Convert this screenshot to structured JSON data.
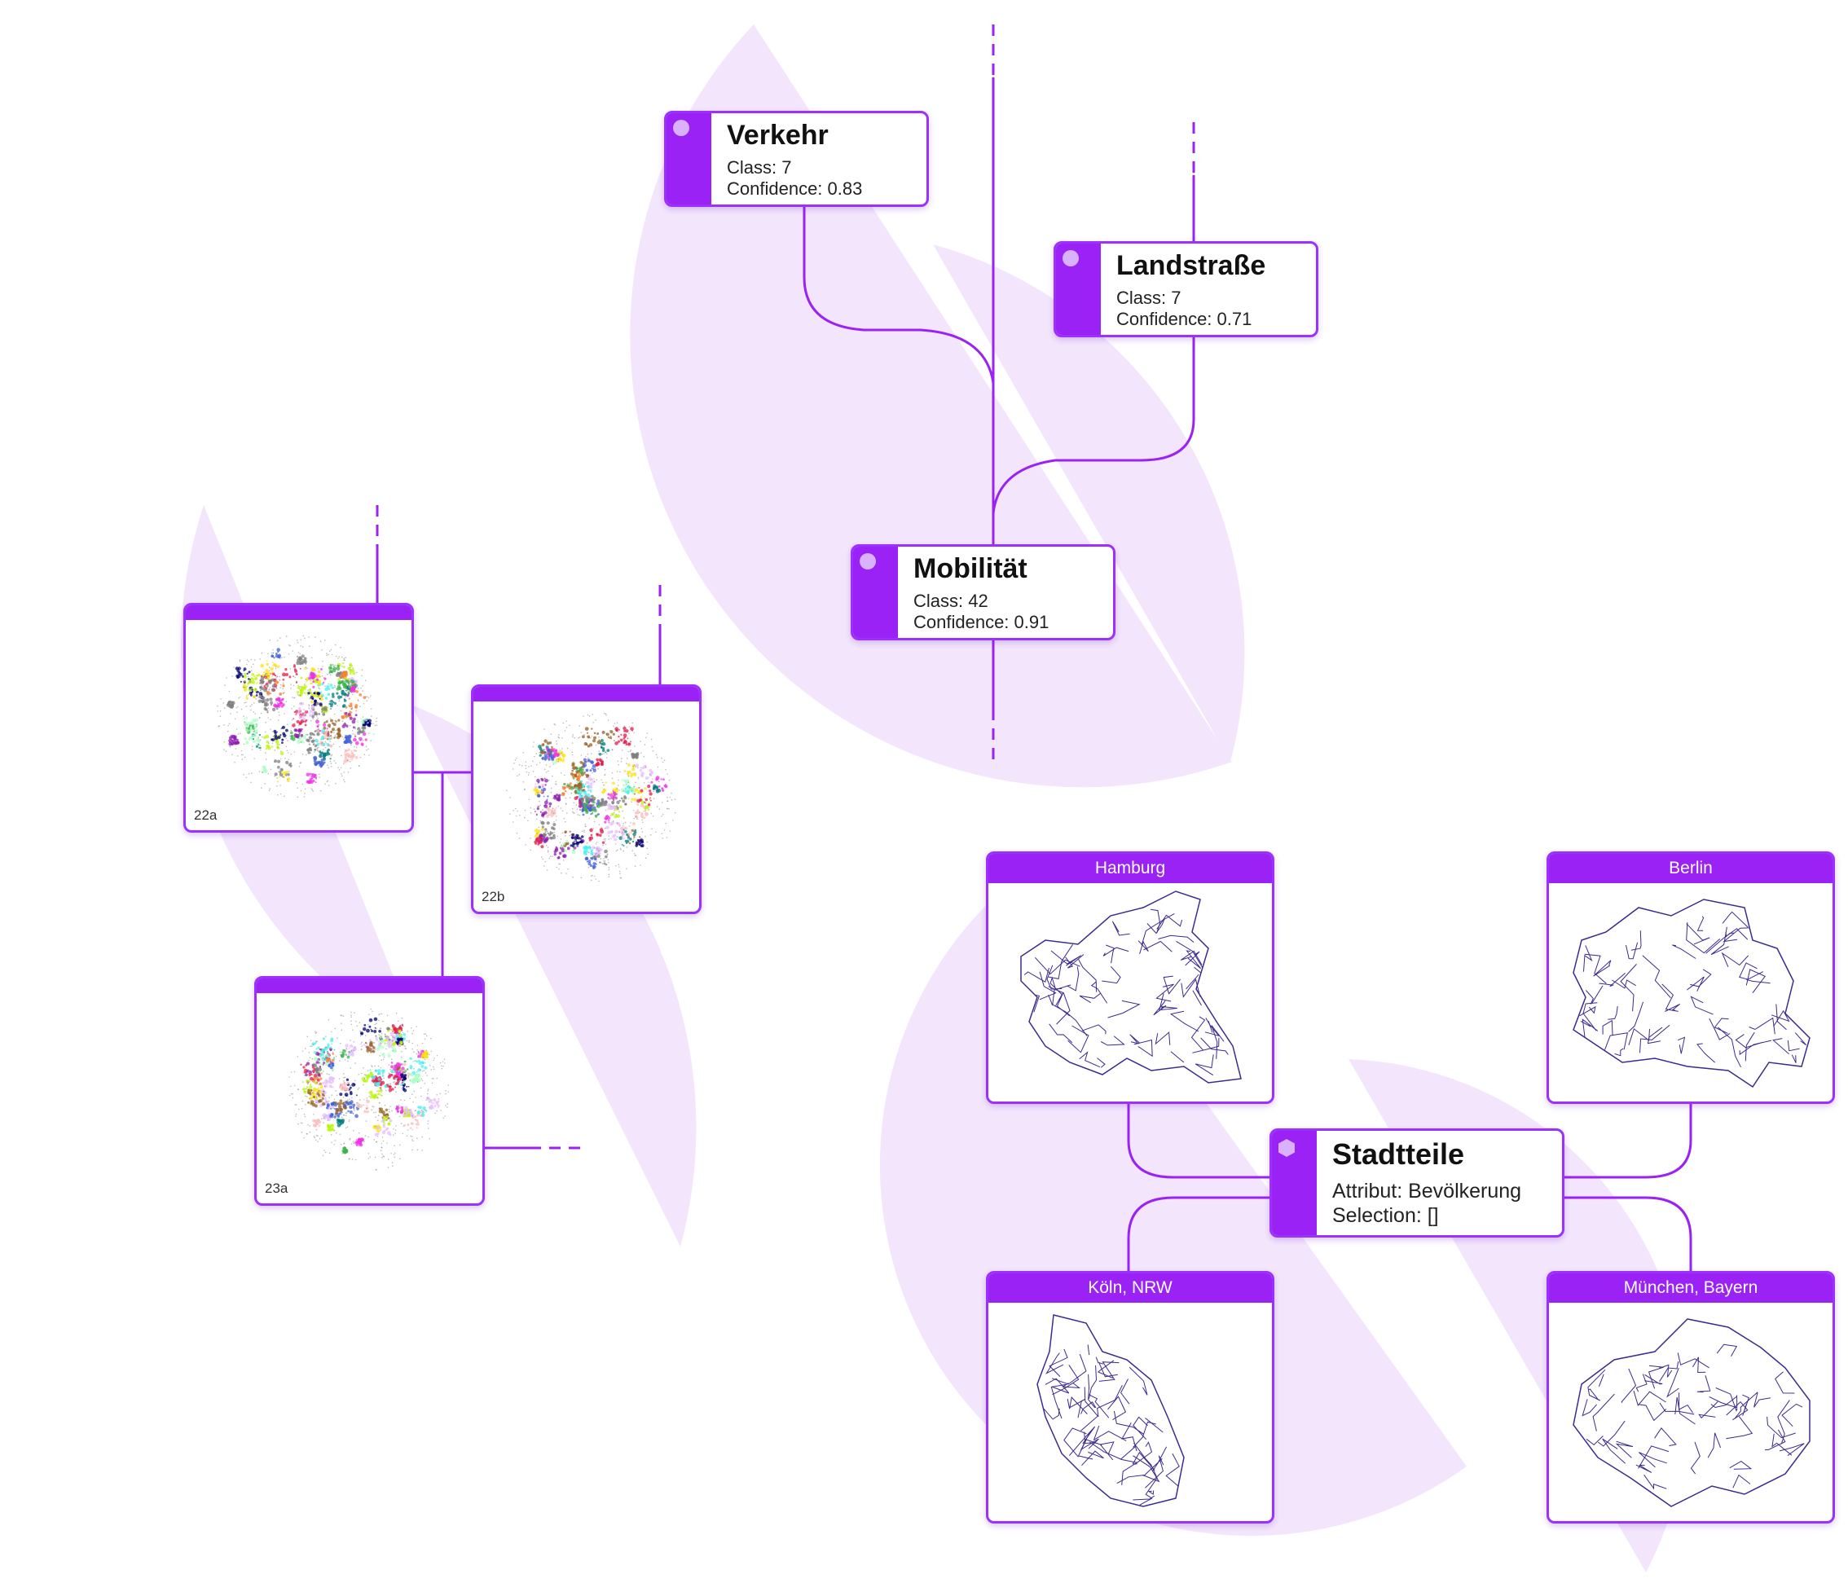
{
  "colors": {
    "accent": "#9b22f5",
    "accent_light": "#d9b2ff",
    "background_shape": "#f3e6fc",
    "map_lines": "#3b2a8f"
  },
  "nodes": {
    "verkehr": {
      "title": "Verkehr",
      "line1": "Class: 7",
      "line2": "Confidence: 0.83"
    },
    "landstrasse": {
      "title": "Landstraße",
      "line1": "Class: 7",
      "line2": "Confidence: 0.71"
    },
    "mobilitaet": {
      "title": "Mobilität",
      "line1": "Class: 42",
      "line2": "Confidence: 0.91"
    },
    "stadtteile": {
      "title": "Stadtteile",
      "line1": "Attribut: Bevölkerung",
      "line2": "Selection: []"
    }
  },
  "embedding_cards": [
    {
      "label": "22a"
    },
    {
      "label": "22b"
    },
    {
      "label": "23a"
    }
  ],
  "map_cards": [
    {
      "city": "Hamburg"
    },
    {
      "city": "Berlin"
    },
    {
      "city": "Köln, NRW"
    },
    {
      "city": "München, Bayern"
    }
  ]
}
